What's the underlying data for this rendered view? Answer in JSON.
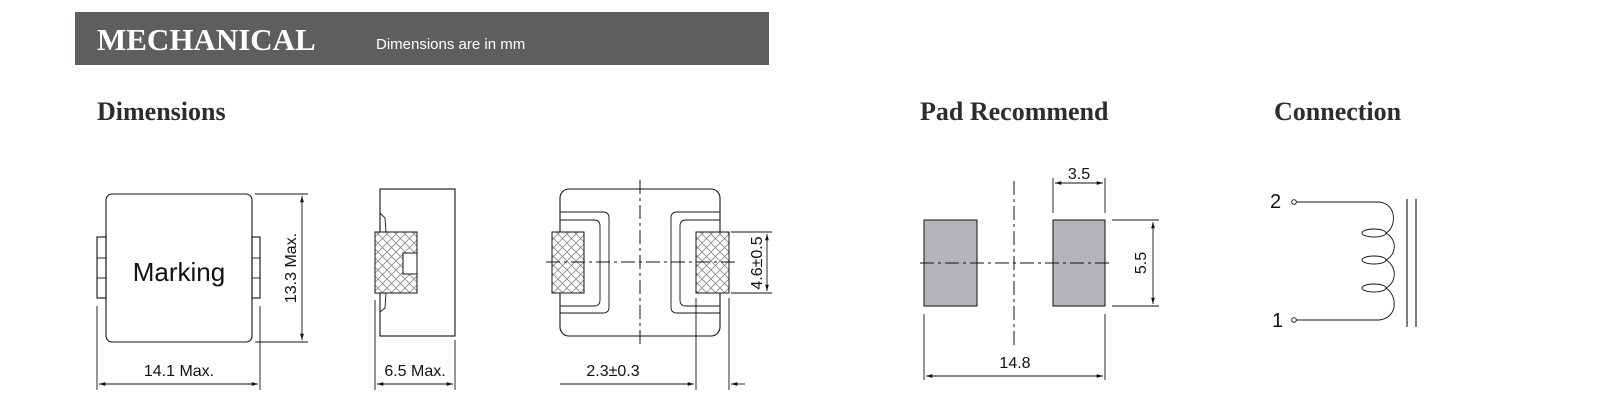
{
  "header": {
    "title": "MECHANICAL",
    "subtitle": "Dimensions are in mm",
    "background_color": "#5f5e5c"
  },
  "sections": {
    "dimensions": "Dimensions",
    "pad": "Pad Recommend",
    "connection": "Connection"
  },
  "dimensions": {
    "marking": "Marking",
    "height": "13.3 Max.",
    "width": "14.1 Max.",
    "thickness": "6.5 Max.",
    "terminal_height": "4.6±0.5",
    "terminal_width": "2.3±0.3"
  },
  "pad": {
    "pad_width": "3.5",
    "pad_height": "5.5",
    "overall_width": "14.8",
    "pad_color": "#b4b5b8"
  },
  "connection": {
    "pin_top": "2",
    "pin_bottom": "1"
  }
}
